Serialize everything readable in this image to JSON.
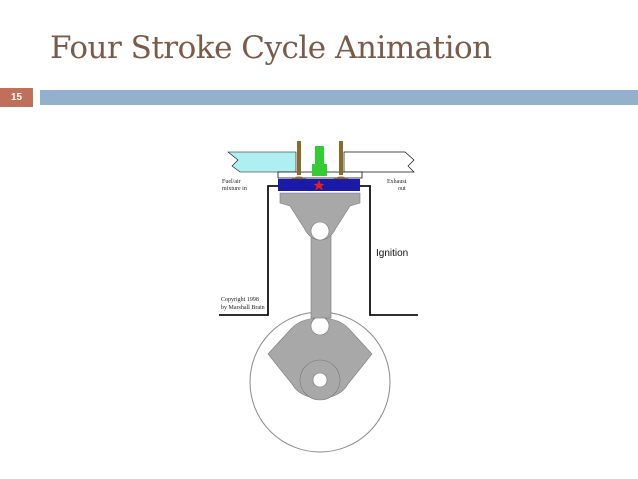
{
  "slide": {
    "title": "Four Stroke Cycle Animation",
    "number": "15"
  },
  "diagram": {
    "label_intake_1": "Fuel/air",
    "label_intake_2": "mixture in",
    "label_exhaust_1": "Exhaust",
    "label_exhaust_2": "out",
    "label_stroke": "Ignition",
    "copyright_1": "Copyright 1998",
    "copyright_2": "by Marshall Brain",
    "colors": {
      "intake": "#aef0f2",
      "piston": "#a8a8a8",
      "valves": "#8b6a2a",
      "spark_plug": "#33cc33",
      "combustion": "#1a1aa8",
      "spark": "#dd2222"
    }
  }
}
